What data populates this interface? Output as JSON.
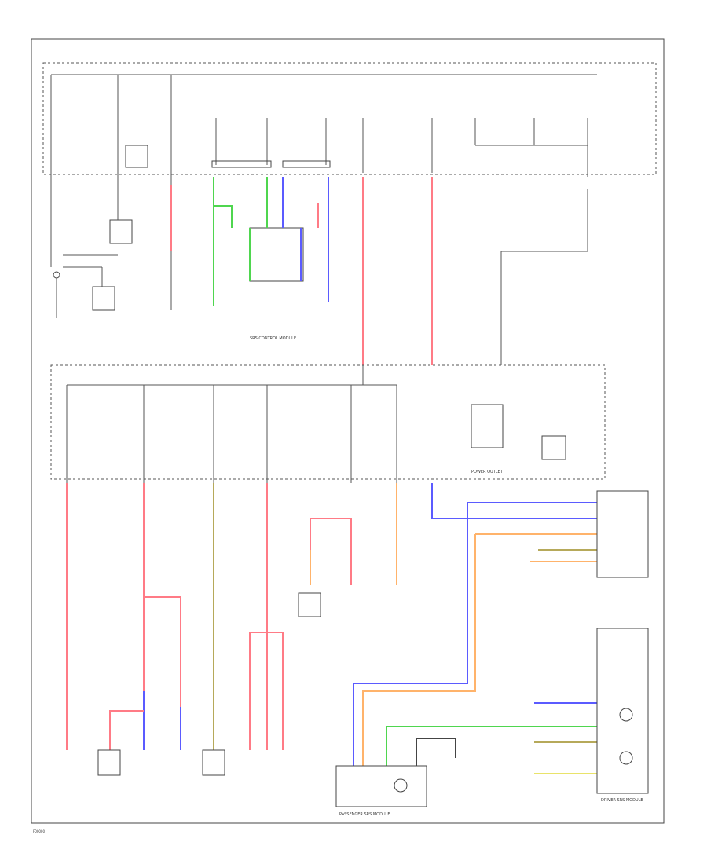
{
  "diagram": {
    "labels": {
      "control_module": "SRS CONTROL MODULE",
      "passenger_module": "PASSENGER SRS MODULE",
      "driver_module": "DRIVER SRS MODULE",
      "power_outlet": "POWER OUTLET",
      "footer_code": "F00000"
    }
  },
  "colors": {
    "red": "#ff7b86",
    "blue": "#5b5bff",
    "green": "#4fd64f",
    "orange": "#ffb36b",
    "olive": "#b6a95a",
    "yellow": "#e9e36a",
    "dark": "#444444"
  }
}
